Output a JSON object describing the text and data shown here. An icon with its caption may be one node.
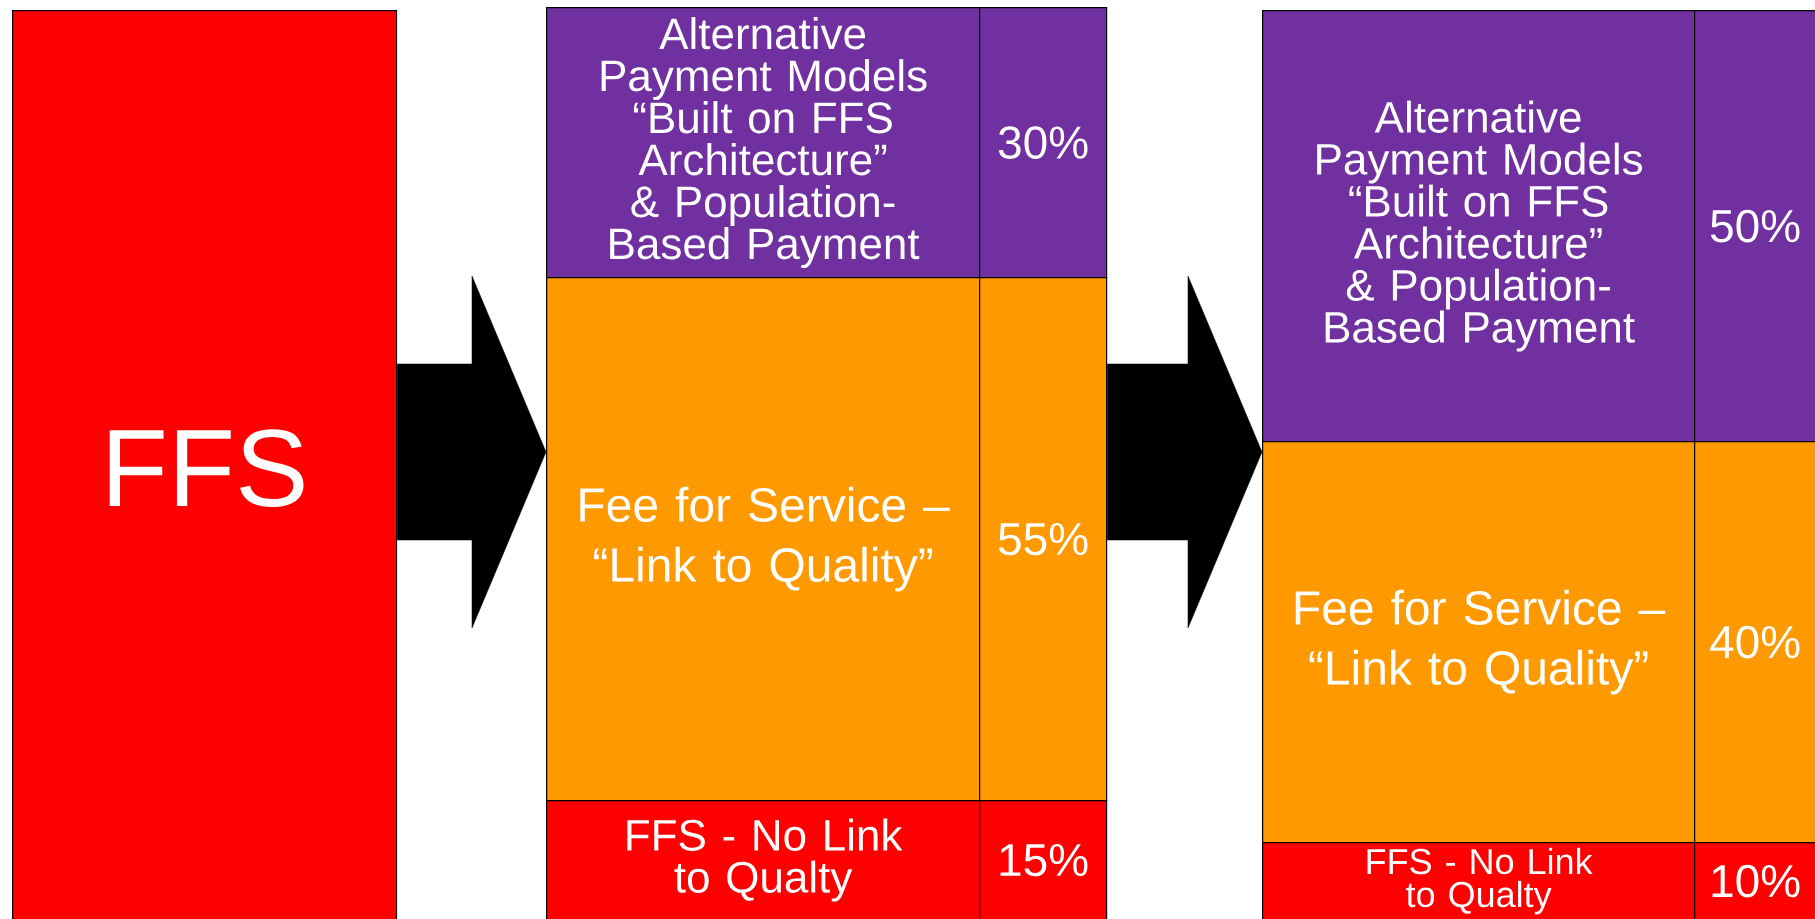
{
  "diagram": {
    "nodes": [
      {
        "text": [
          "FFS"
        ]
      },
      {
        "text": [
          "Alternative Payment Models “Built on FFS Architecture” & Population-Based Payment"
        ]
      },
      {
        "text": [
          "30%"
        ]
      },
      {
        "text": [
          "Fee for Service – “Link to Quality”"
        ]
      },
      {
        "text": [
          "55%"
        ]
      },
      {
        "text": [
          "FFS - No Link to Qualty"
        ]
      },
      {
        "text": [
          "15%"
        ]
      },
      {
        "text": [
          "Alternative Payment Models “Built on FFS Architecture” & Population-Based Payment"
        ]
      },
      {
        "text": [
          "50%"
        ]
      },
      {
        "text": [
          "Fee for Service – “Link to Quality”"
        ]
      },
      {
        "text": [
          "40%"
        ]
      },
      {
        "text": [
          "FFS - No Link to Qualty"
        ]
      },
      {
        "text": [
          "10%"
        ]
      }
    ],
    "edges": [
      {
        "from": 0,
        "to": 3,
        "arrow": "to"
      },
      {
        "from": 4,
        "to": 9,
        "arrow": "to"
      }
    ]
  }
}
